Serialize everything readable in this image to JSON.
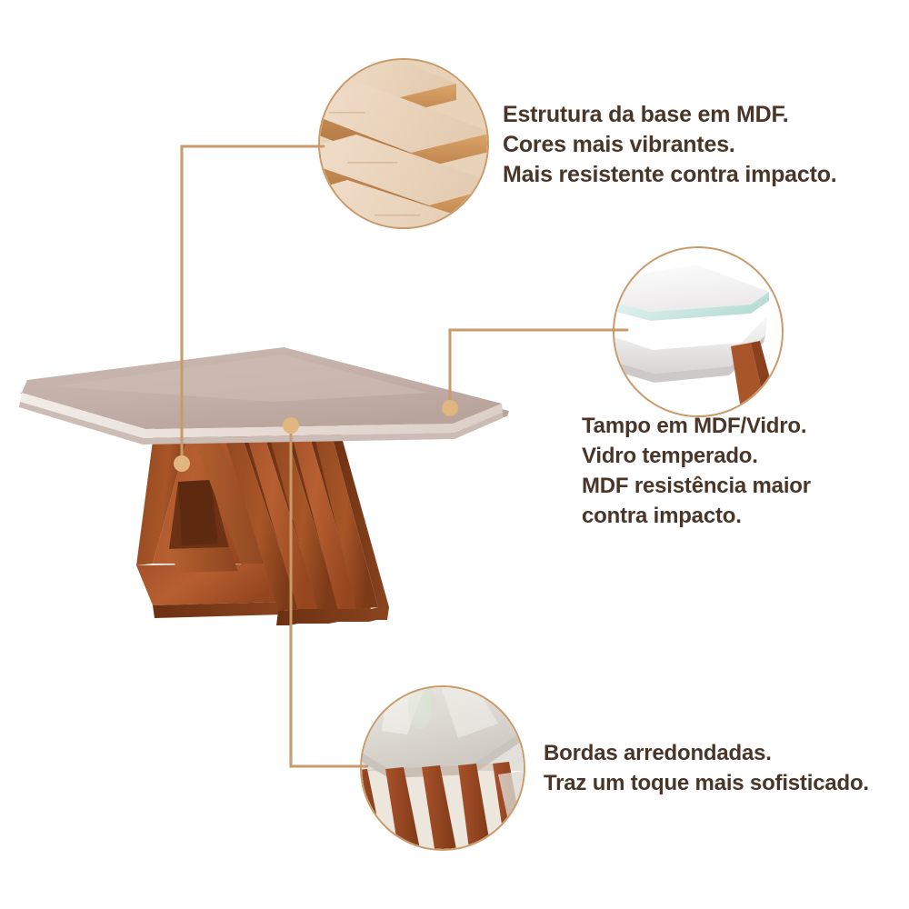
{
  "page": {
    "title": "Mesa de Jantar - Infográfico de Materiais",
    "background_color": "#ffffff",
    "language": "pt-BR"
  },
  "theme": {
    "text_color": "#4a3628",
    "accent_color": "#c99a6a",
    "line_color": "#c99a6a",
    "dot_color": "#e0b57e",
    "tabletop_color": "#c2aea6",
    "tabletop_edge_color": "#efe7e1",
    "wood_color": "#a9552a",
    "wood_dark_color": "#7c3a1c",
    "mdf_face_color": "#e9d3bb",
    "mdf_edge_color": "#c89a62",
    "glass_color": "#d8ece9"
  },
  "product": {
    "name": "Mesa de Jantar",
    "tabletop_material": "MDF/Vidro",
    "base_material": "MDF"
  },
  "callouts": [
    {
      "id": "callout-mdf-base",
      "circle_name": "mdf-board-stack-photo",
      "image_alt": "Chapas de MDF empilhadas",
      "lines": [
        "Estrutura da base em MDF.",
        "Cores mais vibrantes.",
        "Mais resistente contra impacto."
      ]
    },
    {
      "id": "callout-tabletop",
      "circle_name": "tabletop-glass-corner-photo",
      "image_alt": "Canto do tampo com vidro temperado",
      "lines": [
        "Tampo em MDF/Vidro.",
        "Vidro temperado.",
        "MDF resistência maior",
        "contra impacto."
      ]
    },
    {
      "id": "callout-rounded-edges",
      "circle_name": "rounded-edge-corner-photo",
      "image_alt": "Borda arredondada do tampo sobre ripas de madeira",
      "lines": [
        "Bordas arredondadas.",
        "Traz um toque mais sofisticado."
      ]
    }
  ],
  "markers": [
    {
      "name": "marker-base",
      "target": "base-da-mesa"
    },
    {
      "name": "marker-tabletop-corner",
      "target": "canto-do-tampo"
    },
    {
      "name": "marker-tabletop-edge",
      "target": "borda-do-tampo"
    },
    {
      "name": "marker-slats",
      "target": "ripas-da-base"
    }
  ]
}
